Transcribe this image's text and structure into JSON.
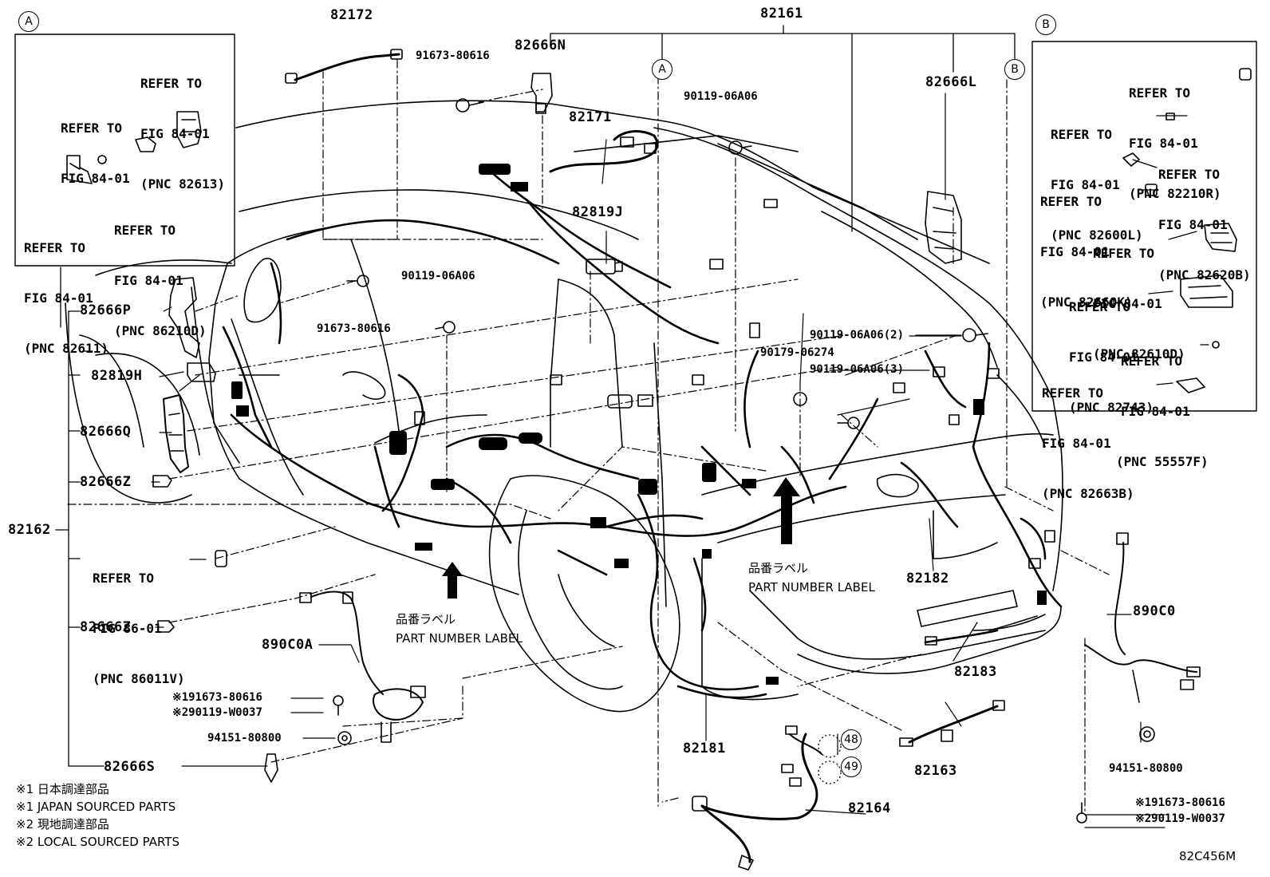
{
  "diagram": {
    "drawing_code": "82C456M",
    "callouts": {
      "inset_a": "A",
      "inset_b": "B",
      "marker_a": "A",
      "marker_b": "B",
      "ref_48": "48",
      "ref_49": "49"
    },
    "part_numbers": {
      "p82172": "82172",
      "p82161": "82161",
      "p91673_top": "91673-80616",
      "p82666N": "82666N",
      "p82171": "82171",
      "p90119_top": "90119-06A06",
      "p82666L": "82666L",
      "p82819J": "82819J",
      "p90119_mid": "90119-06A06",
      "p91673_mid": "91673-80616",
      "p82666P": "82666P",
      "p82819H": "82819H",
      "p82666Q": "82666Q",
      "p82666Z_1": "82666Z",
      "p82162": "82162",
      "p82666Z_2": "82666Z",
      "p890C0A": "890C0A",
      "p91673_left": "※191673-80616",
      "p90119_left": "※290119-W0037",
      "p94151_left": "94151-80800",
      "p82666S": "82666S",
      "p90119_2": "90119-06A06(2)",
      "p90179": "90179-06274",
      "p90119_3": "90119-06A06(3)",
      "p82182": "82182",
      "p890C0": "890C0",
      "p82183": "82183",
      "p82181": "82181",
      "p82163": "82163",
      "p82164": "82164",
      "p94151_right": "94151-80800",
      "p91673_right": "※191673-80616",
      "p90119_right": "※290119-W0037"
    },
    "refer_to": {
      "a_82613": [
        "REFER TO",
        "FIG 84-01",
        "(PNC 82613)"
      ],
      "a_fig": [
        "REFER TO",
        "FIG 84-01"
      ],
      "a_86210D": [
        "REFER TO",
        "FIG 84-01",
        "(PNC 86210D)"
      ],
      "a_82611": [
        "REFER TO",
        "FIG 84-01",
        "(PNC 82611)"
      ],
      "main_86011V": [
        "REFER TO",
        "FIG 86-01",
        "(PNC 86011V)"
      ],
      "b_82210R": [
        "REFER TO",
        "FIG 84-01",
        "(PNC 82210R)"
      ],
      "b_82600L": [
        "REFER TO",
        "FIG 84-01",
        "(PNC 82600L)"
      ],
      "b_82620B": [
        "REFER TO",
        "FIG 84-01",
        "(PNC 82620B)"
      ],
      "b_82660K": [
        "REFER TO",
        "FIG 84-01",
        "(PNC 82660K)"
      ],
      "b_82610D": [
        "REFER TO",
        "FIG 84-01",
        "(PNC 82610D)"
      ],
      "b_82743": [
        "REFER TO",
        "FIG 84-01",
        "(PNC 82743)"
      ],
      "b_55557F": [
        "REFER TO",
        "FIG 84-01",
        "(PNC 55557F)"
      ],
      "b_82663B": [
        "REFER TO",
        "FIG 84-01",
        "(PNC 82663B)"
      ]
    },
    "labels": {
      "pnl1_jp": "品番ラベル",
      "pnl1_en": "PART NUMBER LABEL",
      "pnl2_jp": "品番ラベル",
      "pnl2_en": "PART NUMBER LABEL"
    },
    "notes": [
      "※1 日本調達部品",
      "※1 JAPAN SOURCED PARTS",
      "※2 現地調達部品",
      "※2 LOCAL SOURCED PARTS"
    ]
  }
}
